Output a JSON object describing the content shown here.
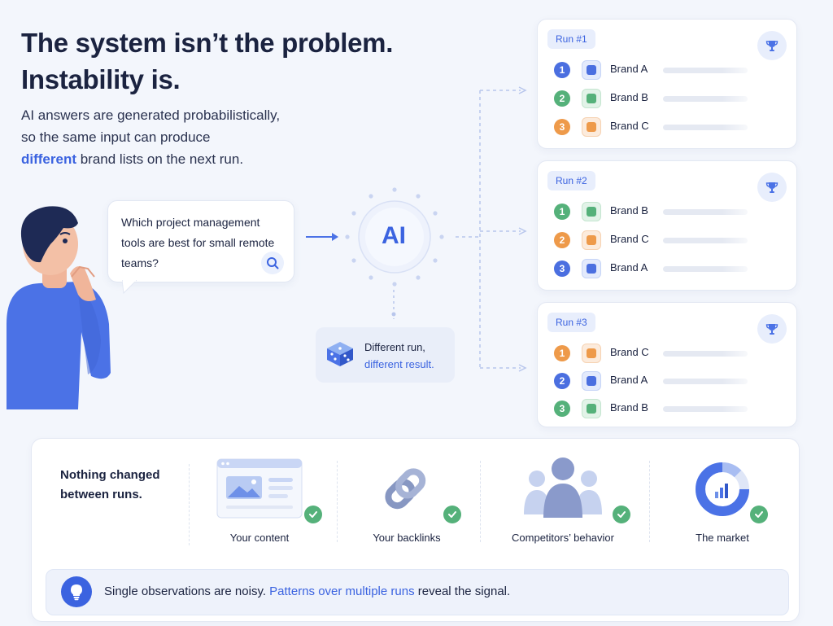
{
  "headline": {
    "line1": "The system isn’t the problem.",
    "line2": "Instability is."
  },
  "subtext": {
    "part1": "AI answers are generated probabilistically,",
    "part2": "so the same input can produce",
    "highlight": "different",
    "part3": " brand lists on the next run."
  },
  "query": {
    "text": "Which project management tools are best for small remote teams?"
  },
  "ai": {
    "label": "AI"
  },
  "different_run": {
    "line1": "Different run,",
    "line2": "different result."
  },
  "runs": [
    {
      "label": "Run #1",
      "items": [
        {
          "rank": "1",
          "brand": "Brand A"
        },
        {
          "rank": "2",
          "brand": "Brand B"
        },
        {
          "rank": "3",
          "brand": "Brand C"
        }
      ]
    },
    {
      "label": "Run #2",
      "items": [
        {
          "rank": "1",
          "brand": "Brand B"
        },
        {
          "rank": "2",
          "brand": "Brand C"
        },
        {
          "rank": "3",
          "brand": "Brand A"
        }
      ]
    },
    {
      "label": "Run #3",
      "items": [
        {
          "rank": "1",
          "brand": "Brand C"
        },
        {
          "rank": "2",
          "brand": "Brand A"
        },
        {
          "rank": "3",
          "brand": "Brand B"
        }
      ]
    }
  ],
  "brand_colors": {
    "Brand A": "#4b6fe0",
    "Brand B": "#55b17a",
    "Brand C": "#ee9a4a"
  },
  "bottom": {
    "title_line1": "Nothing changed",
    "title_line2": "between runs.",
    "factors": [
      {
        "label": "Your content",
        "icon": "content-icon"
      },
      {
        "label": "Your backlinks",
        "icon": "link-icon"
      },
      {
        "label": "Competitors’ behavior",
        "icon": "people-icon"
      },
      {
        "label": "The market",
        "icon": "market-chart-icon"
      }
    ]
  },
  "insight": {
    "part1": "Single observations are noisy. ",
    "highlight": "Patterns over multiple runs",
    "part2": " reveal the signal."
  }
}
